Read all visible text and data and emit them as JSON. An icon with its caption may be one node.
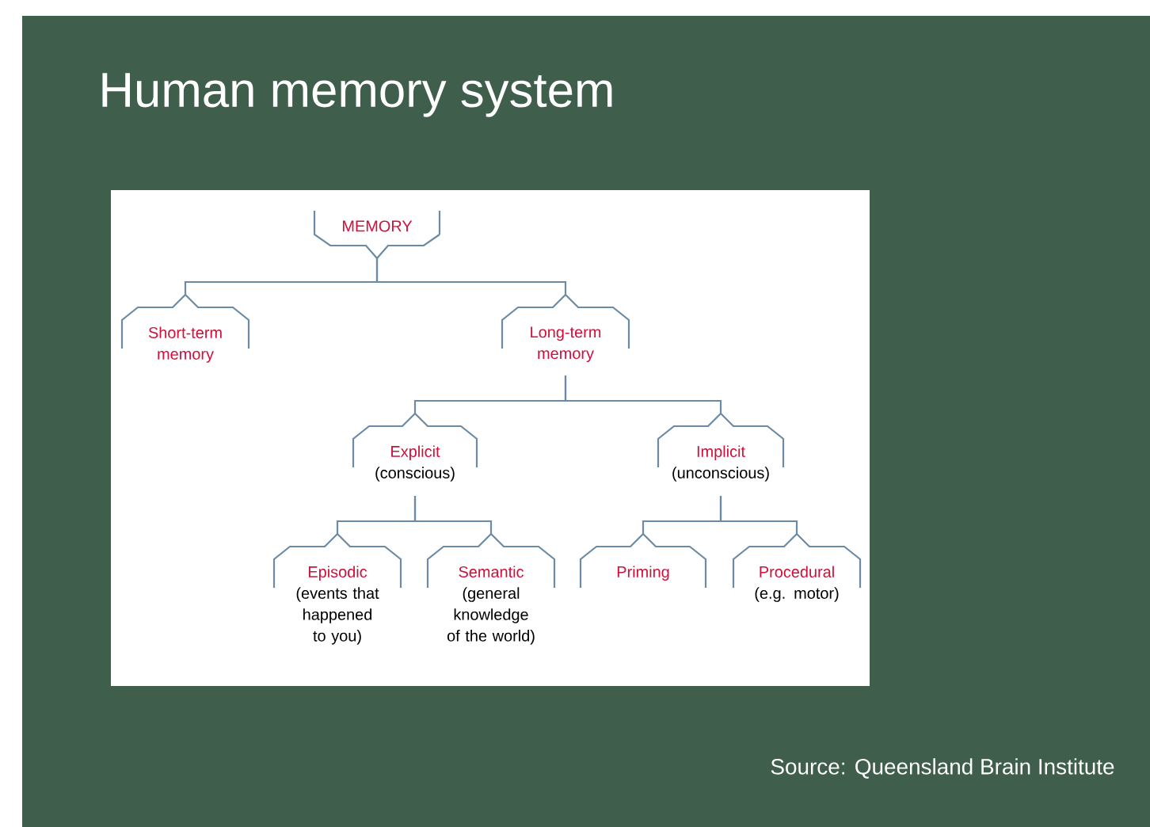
{
  "diagram": {
    "title": "Human memory system",
    "caption": "Source: Queensland Brain Institute",
    "nodes": [
      {
        "text": [
          "MEMORY"
        ]
      },
      {
        "text": [
          "Short-term memory"
        ]
      },
      {
        "text": [
          "Long-term memory"
        ]
      },
      {
        "text": [
          "Explicit",
          "(conscious)"
        ]
      },
      {
        "text": [
          "Implicit",
          "(unconscious)"
        ]
      },
      {
        "text": [
          "Episodic",
          "(events that happened to you)"
        ]
      },
      {
        "text": [
          "Semantic",
          "(general knowledge of the world)"
        ]
      },
      {
        "text": [
          "Priming"
        ]
      },
      {
        "text": [
          "Procedural",
          "(e.g. motor)"
        ]
      }
    ],
    "edges": [
      {
        "from": 0,
        "to": 1,
        "arrow": "none"
      },
      {
        "from": 0,
        "to": 2,
        "arrow": "none"
      },
      {
        "from": 2,
        "to": 3,
        "arrow": "none"
      },
      {
        "from": 2,
        "to": 4,
        "arrow": "none"
      },
      {
        "from": 3,
        "to": 5,
        "arrow": "none"
      },
      {
        "from": 3,
        "to": 6,
        "arrow": "none"
      },
      {
        "from": 4,
        "to": 7,
        "arrow": "none"
      },
      {
        "from": 4,
        "to": 8,
        "arrow": "none"
      }
    ]
  }
}
